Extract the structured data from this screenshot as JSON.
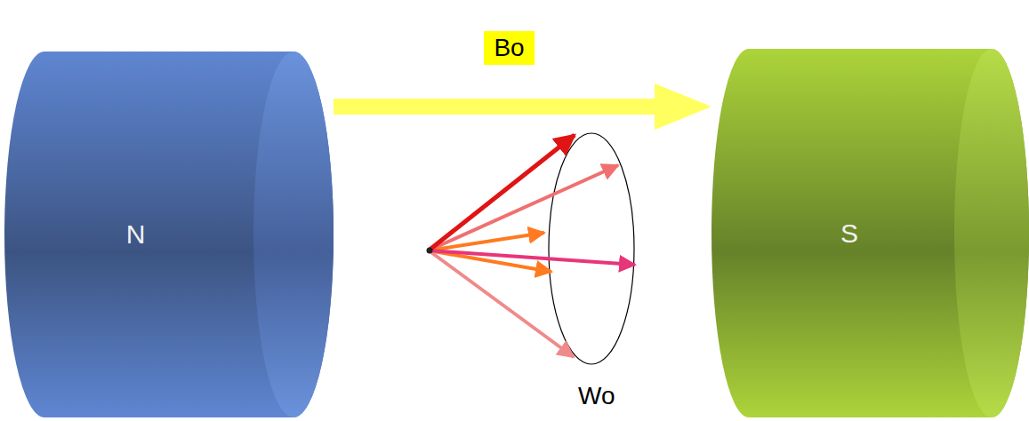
{
  "diagram": {
    "nodes": [
      {
        "text": [
          "N"
        ]
      },
      {
        "text": [
          "S"
        ]
      }
    ],
    "edges": [
      {
        "from": 0,
        "to": 1,
        "arrow": "to",
        "label": "Bo"
      }
    ],
    "labels": [
      "Wo"
    ]
  }
}
